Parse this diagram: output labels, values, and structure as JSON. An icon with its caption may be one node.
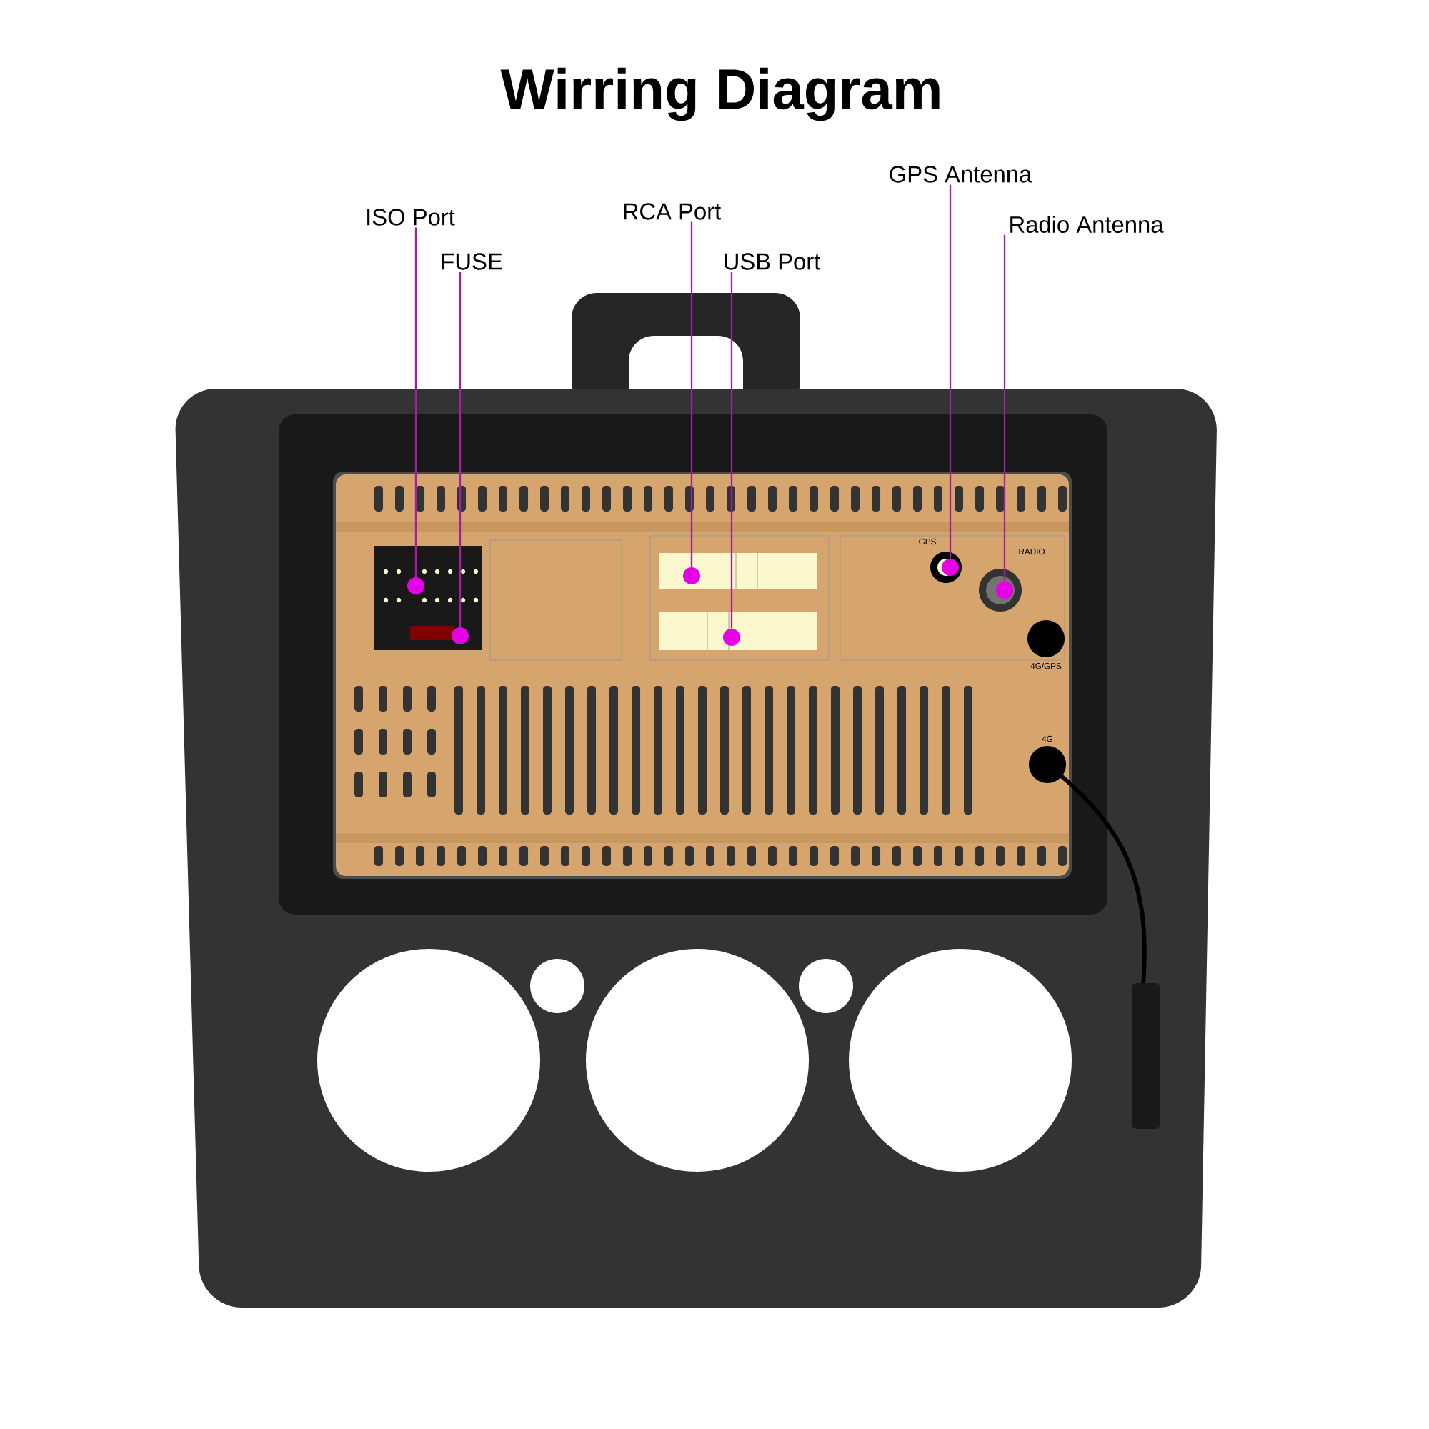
{
  "diagram": {
    "title": "Wirring Diagram",
    "nodes": [
      {
        "text": [
          "ISO Port"
        ]
      },
      {
        "text": [
          "FUSE"
        ]
      },
      {
        "text": [
          "RCA Port"
        ]
      },
      {
        "text": [
          "USB Port"
        ]
      },
      {
        "text": [
          "GPS Antenna"
        ]
      },
      {
        "text": [
          "Radio Antenna"
        ]
      },
      {
        "text": [],
        "shape": "circle"
      },
      {
        "text": [],
        "shape": "circle"
      },
      {
        "text": [],
        "shape": "circle"
      },
      {
        "text": [],
        "shape": "circle"
      },
      {
        "text": [],
        "shape": "circle"
      },
      {
        "text": [],
        "shape": "circle"
      }
    ],
    "edges": [
      {
        "from": 0,
        "to": 6,
        "arrow": "none"
      },
      {
        "from": 1,
        "to": 7,
        "arrow": "none"
      },
      {
        "from": 2,
        "to": 8,
        "arrow": "none"
      },
      {
        "from": 3,
        "to": 9,
        "arrow": "none"
      },
      {
        "from": 4,
        "to": 10,
        "arrow": "none"
      },
      {
        "from": 5,
        "to": 11,
        "arrow": "none"
      }
    ],
    "labels": [
      "GPS",
      "RADIO",
      "4G/GPS",
      "4G"
    ]
  }
}
